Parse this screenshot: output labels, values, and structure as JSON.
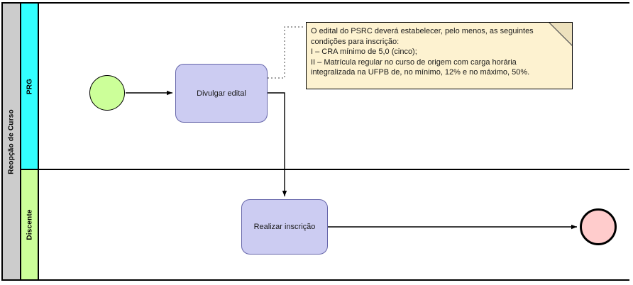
{
  "pool": {
    "label": "Reopção de Curso",
    "background": "#cccccc"
  },
  "lanes": [
    {
      "id": "prg",
      "label": "PRG",
      "color": "#33ffff"
    },
    {
      "id": "discente",
      "label": "Discente",
      "color": "#ccff99"
    }
  ],
  "events": {
    "start": {
      "name": "start-event",
      "color": "#ccff99"
    },
    "end": {
      "name": "end-event",
      "color": "#ffcccc"
    }
  },
  "tasks": [
    {
      "id": "divulgar",
      "label": "Divulgar edital",
      "lane": "prg",
      "color": "#ccccf2"
    },
    {
      "id": "realizar",
      "label": "Realizar inscrição",
      "lane": "discente",
      "color": "#ccccf2"
    }
  ],
  "annotation": {
    "color": "#fdf2d0",
    "lines": [
      "O edital do PSRC deverá estabelecer, pelo menos, as seguintes",
      "condições para inscrição:",
      "I – CRA mínimo de 5,0 (cinco);",
      "II – Matrícula regular no curso de origem com carga horária",
      "integralizada na UFPB de, no mínimo, 12% e no máximo, 50%."
    ]
  },
  "flows": [
    {
      "id": "start-to-divulgar",
      "from": "start-event",
      "to": "divulgar"
    },
    {
      "id": "divulgar-to-realizar",
      "from": "divulgar",
      "to": "realizar"
    },
    {
      "id": "realizar-to-end",
      "from": "realizar",
      "to": "end-event"
    }
  ],
  "associations": [
    {
      "id": "divulgar-to-annotation",
      "from": "divulgar",
      "to": "annotation",
      "style": "dotted"
    }
  ]
}
